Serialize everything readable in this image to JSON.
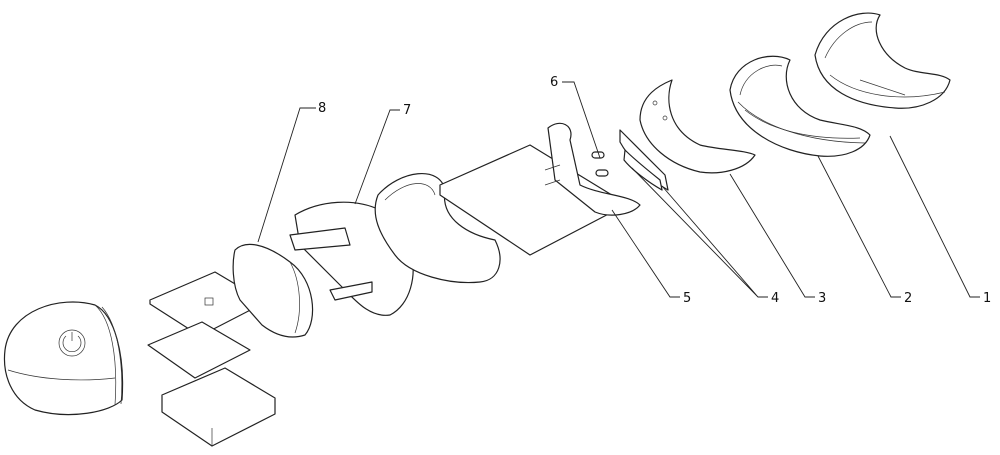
{
  "figure": {
    "labels": [
      {
        "id": "1",
        "text": "1"
      },
      {
        "id": "2",
        "text": "2"
      },
      {
        "id": "3",
        "text": "3"
      },
      {
        "id": "4",
        "text": "4"
      },
      {
        "id": "5",
        "text": "5"
      },
      {
        "id": "6",
        "text": "6"
      },
      {
        "id": "7",
        "text": "7"
      },
      {
        "id": "8",
        "text": "8"
      }
    ]
  }
}
